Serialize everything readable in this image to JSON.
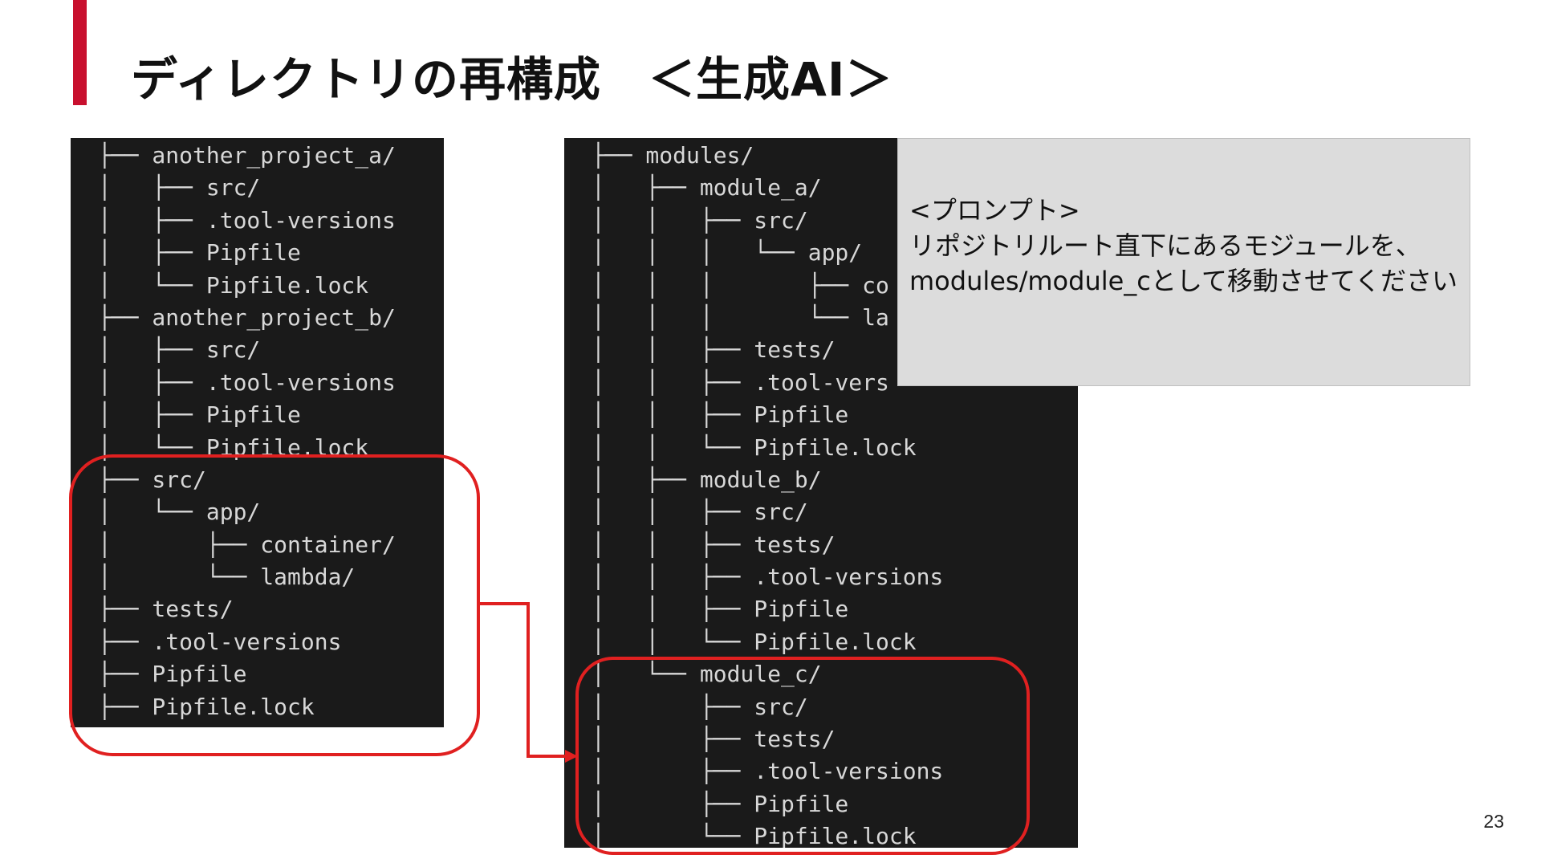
{
  "slide": {
    "title": "ディレクトリの再構成　＜生成AI＞",
    "page_number": "23",
    "accent_color": "#c8102e",
    "highlight_color": "#e02020"
  },
  "left_tree": {
    "lines": [
      "├── another_project_a/",
      "│   ├── src/",
      "│   ├── .tool-versions",
      "│   ├── Pipfile",
      "│   └── Pipfile.lock",
      "├── another_project_b/",
      "│   ├── src/",
      "│   ├── .tool-versions",
      "│   ├── Pipfile",
      "│   └── Pipfile.lock",
      "├── src/",
      "│   └── app/",
      "│       ├── container/",
      "│       └── lambda/",
      "├── tests/",
      "├── .tool-versions",
      "├── Pipfile",
      "├── Pipfile.lock"
    ]
  },
  "right_tree": {
    "lines": [
      "├── modules/",
      "│   ├── module_a/",
      "│   │   ├── src/",
      "│   │   │   └── app/",
      "│   │   │       ├── co",
      "│   │   │       └── la",
      "│   │   ├── tests/",
      "│   │   ├── .tool-vers",
      "│   │   ├── Pipfile",
      "│   │   └── Pipfile.lock",
      "│   ├── module_b/",
      "│   │   ├── src/",
      "│   │   ├── tests/",
      "│   │   ├── .tool-versions",
      "│   │   ├── Pipfile",
      "│   │   └── Pipfile.lock",
      "│   └── module_c/",
      "│       ├── src/",
      "│       ├── tests/",
      "│       ├── .tool-versions",
      "│       ├── Pipfile",
      "│       └── Pipfile.lock"
    ]
  },
  "prompt_box": {
    "lines": [
      "<プロンプト>",
      "リポジトリルート直下にあるモジュールを、",
      "modules/module_cとして移動させてください"
    ]
  }
}
